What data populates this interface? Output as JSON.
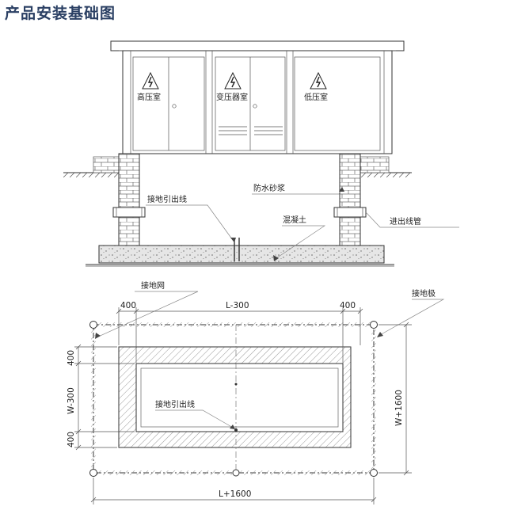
{
  "title": "产品安装基础图",
  "rooms": {
    "high_voltage": "高压室",
    "transformer": "变压器室",
    "low_voltage": "低压室"
  },
  "callouts": {
    "waterproof_mortar": "防水砂浆",
    "ground_lead_top": "接地引出线",
    "concrete": "混凝土",
    "cable_pipe": "进出线管",
    "ground_grid": "接地网",
    "ground_electrode": "接地极",
    "ground_lead_plan": "接地引出线"
  },
  "dimensions": {
    "left_400": "400",
    "l_minus_300": "L-300",
    "right_400": "400",
    "top_400": "400",
    "w_minus_300": "W-300",
    "bottom_400": "400",
    "w_plus_1600": "W+1600",
    "l_plus_1600": "L+1600"
  },
  "colors": {
    "title": "#2a3f63",
    "line": "#333333",
    "gravel": "#d8d8d8",
    "hatch": "#999999"
  }
}
